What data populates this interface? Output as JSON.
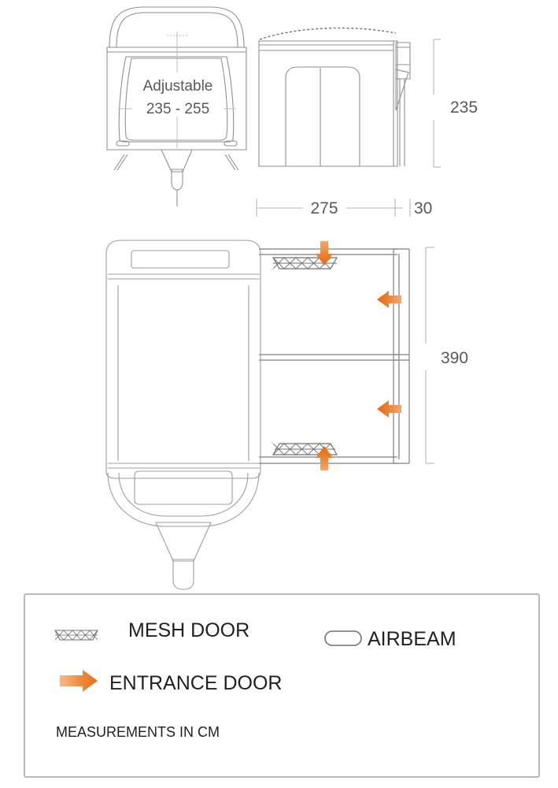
{
  "drawing": {
    "title_note": "MEASUREMENTS IN CM",
    "units": "cm",
    "line_color": "#8a8c8e",
    "text_color": "#58595b",
    "accent_color": "#E8762C"
  },
  "views": {
    "front": {
      "name": "front-elevation",
      "annotation_line1": "Adjustable",
      "annotation_line2": "235 - 255"
    },
    "side": {
      "name": "side-elevation"
    },
    "plan": {
      "name": "plan-view"
    }
  },
  "dimensions": {
    "height": {
      "value": "235",
      "orientation": "vertical",
      "label": "235"
    },
    "depth": {
      "value": "275",
      "orientation": "horizontal",
      "label": "275"
    },
    "overhang": {
      "value": "30",
      "orientation": "horizontal",
      "label": "30"
    },
    "length": {
      "value": "390",
      "orientation": "vertical",
      "label": "390"
    },
    "adjustable_height": {
      "min": "235",
      "max": "255",
      "label": "235 - 255"
    }
  },
  "legend": {
    "items": [
      {
        "key": "mesh-door",
        "icon": "mesh-door-icon",
        "label": "MESH DOOR"
      },
      {
        "key": "airbeam",
        "icon": "airbeam-icon",
        "label": "AIRBEAM"
      },
      {
        "key": "entrance-door",
        "icon": "entrance-door-arrow-icon",
        "label": "ENTRANCE DOOR"
      }
    ],
    "footnote": "MEASUREMENTS IN CM"
  },
  "markers": {
    "entrance_doors": [
      {
        "id": "door-top",
        "direction": "down"
      },
      {
        "id": "door-right-upper",
        "direction": "left"
      },
      {
        "id": "door-right-lower",
        "direction": "left"
      },
      {
        "id": "door-bottom",
        "direction": "up"
      }
    ],
    "mesh_doors": [
      {
        "id": "mesh-top"
      },
      {
        "id": "mesh-bottom"
      }
    ]
  }
}
